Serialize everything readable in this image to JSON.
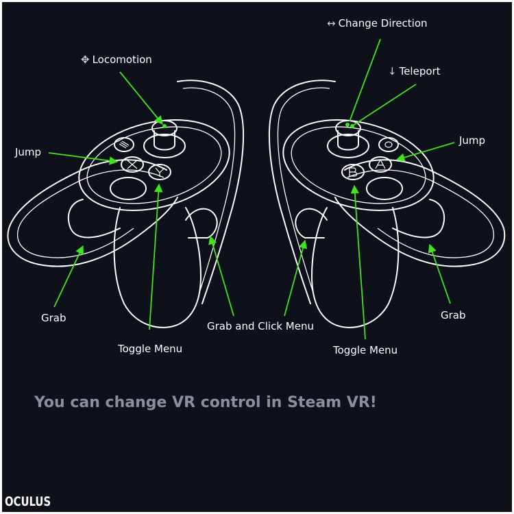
{
  "labels": {
    "change_direction": "Change Direction",
    "change_direction_icon": "↔",
    "teleport": "Teleport",
    "teleport_icon": "↓",
    "locomotion": "Locomotion",
    "locomotion_icon": "✥",
    "jump_left": "Jump",
    "jump_right": "Jump",
    "grab_left": "Grab",
    "grab_right": "Grab",
    "grab_click_menu": "Grab and Click Menu",
    "toggle_menu_left": "Toggle Menu",
    "toggle_menu_right": "Toggle Menu"
  },
  "note": "You can change VR control in Steam VR!",
  "brand": "OCULUS",
  "colors": {
    "background": "#0f111a",
    "arrow": "#3fe51a",
    "outline": "#ffffff",
    "note": "#8a8f9e"
  },
  "icons": [
    "left-right-arrow-icon",
    "down-arrow-icon",
    "move-arrows-icon"
  ]
}
